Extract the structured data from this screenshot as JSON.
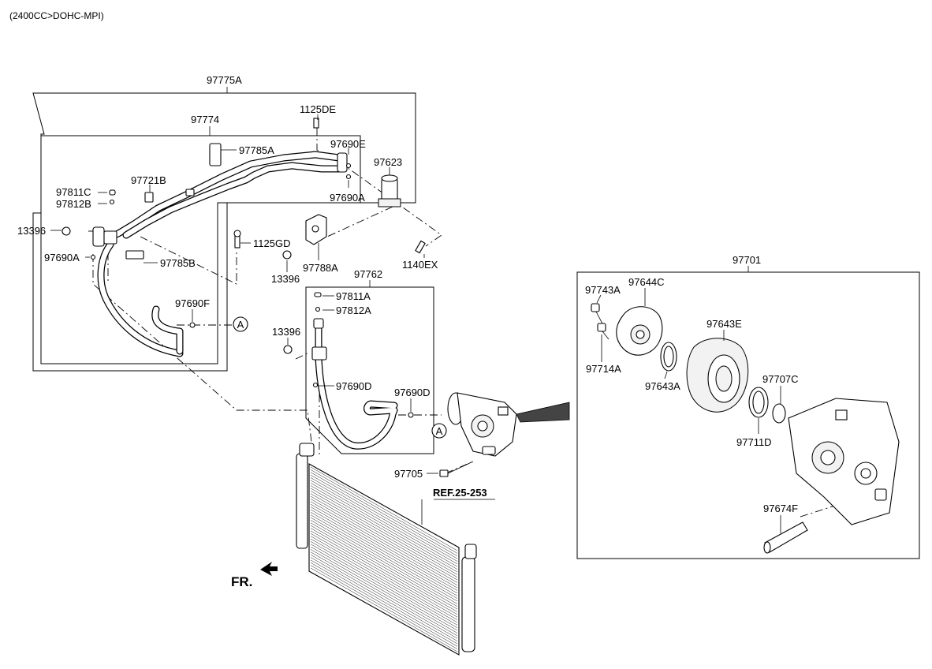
{
  "header": {
    "engine": "(2400CC>DOHC-MPI)"
  },
  "groups": {
    "hose_assy": "97775A",
    "hose_sub": "97774",
    "suction_hose": "97762",
    "compressor": "97701"
  },
  "labels": {
    "p1125DE": "1125DE",
    "p97785A": "97785A",
    "p97690E": "97690E",
    "p97623": "97623",
    "p97721B": "97721B",
    "p97811C": "97811C",
    "p97812B": "97812B",
    "p97690A_r": "97690A",
    "p13396_left": "13396",
    "p97690A_l": "97690A",
    "p97785B": "97785B",
    "p97690F": "97690F",
    "p1125GD": "1125GD",
    "p13396_mid": "13396",
    "p97788A": "97788A",
    "p1140EX": "1140EX",
    "p97811A": "97811A",
    "p97812A": "97812A",
    "p13396_low": "13396",
    "p97690D_a": "97690D",
    "p97690D_b": "97690D",
    "p97705": "97705",
    "ref": "REF.25-253",
    "fr": "FR.",
    "p97743A": "97743A",
    "p97644C": "97644C",
    "p97643E": "97643E",
    "p97714A": "97714A",
    "p97643A": "97643A",
    "p97707C": "97707C",
    "p97711D": "97711D",
    "p97674F": "97674F"
  },
  "connectors": {
    "a1": "A",
    "a2": "A"
  }
}
